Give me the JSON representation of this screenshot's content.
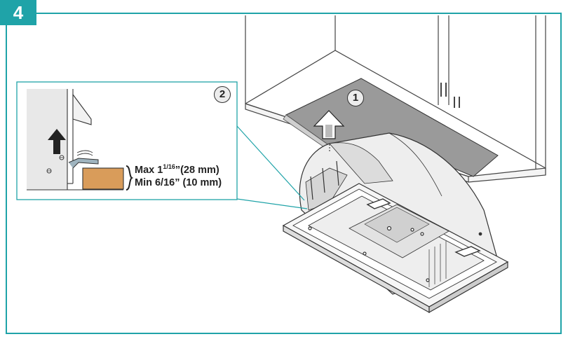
{
  "step": {
    "number": "4"
  },
  "callouts": {
    "one": "1",
    "two": "2"
  },
  "measurements": {
    "max_prefix": "Max 1",
    "max_frac": "1/16",
    "max_suffix": "”(28 mm)",
    "min_text": "Min 6/16” (10 mm)"
  },
  "colors": {
    "accent": "#1fa3a8",
    "wood": "#d99c5a",
    "panel": "#9a9a9a",
    "hood_fill": "#eeeeee",
    "arrow": "#222222"
  },
  "icons": [
    "up-arrow-icon",
    "bracket-icon"
  ]
}
